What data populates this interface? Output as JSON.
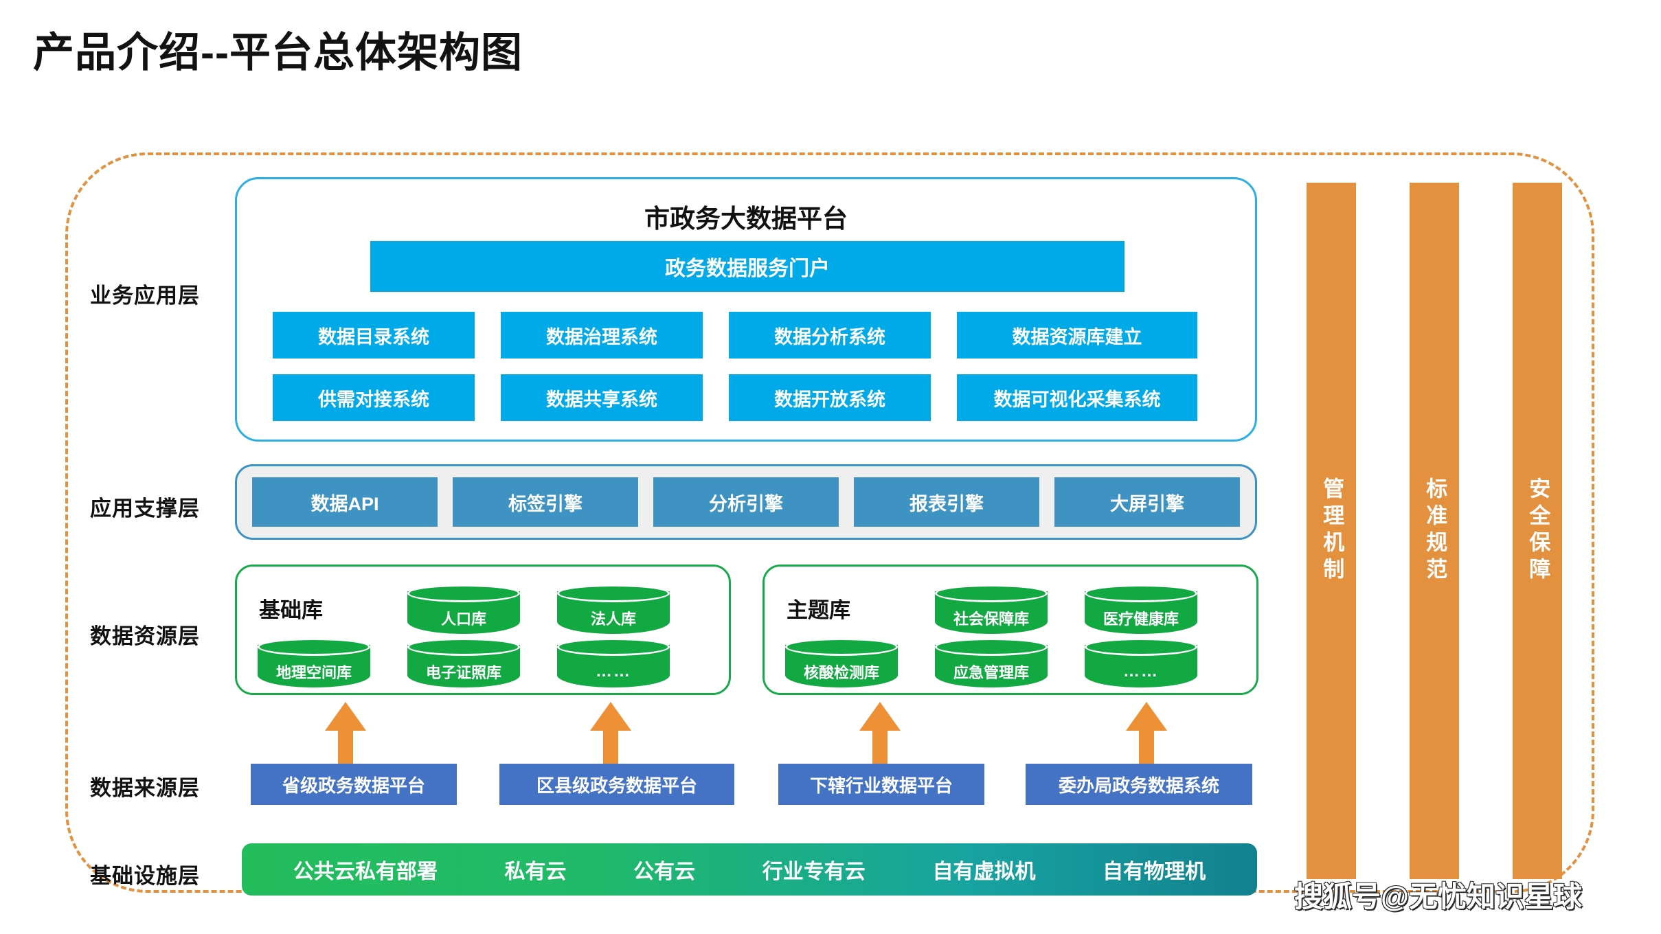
{
  "title": "产品介绍--平台总体架构图",
  "layer_labels": [
    {
      "name": "业务应用层"
    },
    {
      "name": "应用支撑层"
    },
    {
      "name": "数据资源层"
    },
    {
      "name": "数据来源层"
    },
    {
      "name": "基础设施层"
    }
  ],
  "business_layer": {
    "title": "市政务大数据平台",
    "portal": "政务数据服务门户",
    "row1": [
      "数据目录系统",
      "数据治理系统",
      "数据分析系统",
      "数据资源库建立"
    ],
    "row2": [
      "供需对接系统",
      "数据共享系统",
      "数据开放系统",
      "数据可视化采集系统"
    ]
  },
  "support_layer": {
    "items": [
      "数据API",
      "标签引擎",
      "分析引擎",
      "报表引擎",
      "大屏引擎"
    ]
  },
  "resource_layer": {
    "basic": {
      "title": "基础库",
      "top": [
        "人口库",
        "法人库"
      ],
      "bottom": [
        "地理空间库",
        "电子证照库",
        "……"
      ]
    },
    "theme": {
      "title": "主题库",
      "top": [
        "社会保障库",
        "医疗健康库"
      ],
      "bottom": [
        "核酸检测库",
        "应急管理库",
        "……"
      ]
    }
  },
  "source_layer": {
    "items": [
      "省级政务数据平台",
      "区县级政务数据平台",
      "下辖行业数据平台",
      "委办局政务数据系统"
    ]
  },
  "infrastructure_layer": {
    "items": [
      "公共云私有部署",
      "私有云",
      "公有云",
      "行业专有云",
      "自有虚拟机",
      "自有物理机"
    ]
  },
  "pillars": [
    "管理机制",
    "标准规范",
    "安全保障"
  ],
  "watermark": "搜狐号@无忧知识星球",
  "colors": {
    "accent_blue": "#00A9E8",
    "support_blue": "#3E93C3",
    "source_blue": "#4472C4",
    "green": "#12A943",
    "orange": "#E3913F",
    "arrow_orange": "#ED9036",
    "frame_dashed": "#E2913F"
  }
}
